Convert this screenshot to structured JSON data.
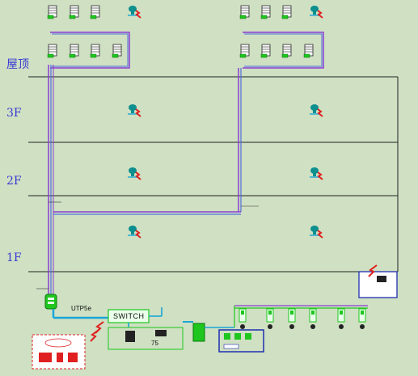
{
  "floors": [
    {
      "id": "roof",
      "label": "屋顶"
    },
    {
      "id": "f3",
      "label": "3F"
    },
    {
      "id": "f2",
      "label": "2F"
    },
    {
      "id": "f1",
      "label": "1F"
    }
  ],
  "labels": {
    "switch": "SWITCH",
    "cable": "UTP5e",
    "phone_ext": "75"
  },
  "colors": {
    "background": "#cfe0c3",
    "floor_line": "#222222",
    "fiber_purple": "#8a3dd1",
    "fiber_blue": "#4f6fd8",
    "utp_cyan": "#1aa6d6",
    "device_green": "#1ec61e",
    "ap_teal": "#0d8f8f",
    "signal_red": "#e02020",
    "box_blue": "#1f2fb0"
  },
  "icons": [
    "server-rack-icon",
    "wireless-ap-icon",
    "wireless-signal-icon",
    "switch-icon",
    "camera-icon",
    "phone-icon",
    "printer-icon",
    "router-icon"
  ]
}
